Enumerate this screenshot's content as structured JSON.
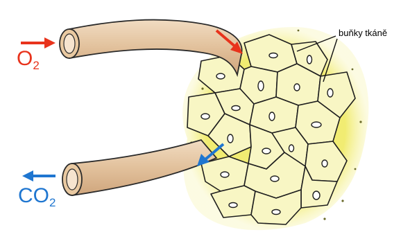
{
  "labels": {
    "o2_main": "O",
    "o2_sub": "2",
    "co2_main": "CO",
    "co2_sub": "2",
    "tissue_cells": "buňky tkáně"
  },
  "colors": {
    "o2_arrow": "#e8331c",
    "co2_arrow": "#1f76d0",
    "vessel_fill": "#e6c9a8",
    "vessel_stroke": "#2a2a2a",
    "tissue_halo": "#f3ef7a",
    "cell_fill": "#f8f6c4",
    "cell_outline": "#1e1e1e"
  },
  "icons": {
    "o2_in": "arrow-right-icon",
    "co2_out": "arrow-left-icon",
    "o2_diffusion": "arrow-down-right-icon",
    "co2_diffusion": "arrow-down-left-icon"
  }
}
